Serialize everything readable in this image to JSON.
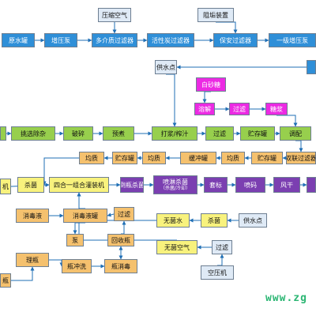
{
  "colors": {
    "blue": "#2f8fd8",
    "lightblue": "#dfeaf6",
    "green": "#97cf4d",
    "orange": "#f5c16e",
    "yellow": "#f8f27d",
    "purple": "#7b3fb1",
    "magenta": "#ec2ae3",
    "arrow": "#1f6fb5",
    "watermark": "#2bb673"
  },
  "nodes": [
    {
      "id": "yasuokongqi",
      "label": "压缩空气",
      "color": "lightblue"
    },
    {
      "id": "zugouzhuangzhi",
      "label": "阻垢装置",
      "color": "lightblue"
    },
    {
      "id": "yuanshuiguan",
      "label": "原水罐",
      "color": "blue"
    },
    {
      "id": "zengyabeng",
      "label": "增压泵",
      "color": "blue"
    },
    {
      "id": "duojiezhi",
      "label": "多介质过滤器",
      "color": "blue"
    },
    {
      "id": "huoxingtan",
      "label": "活性炭过滤器",
      "color": "blue"
    },
    {
      "id": "baoan",
      "label": "保安过滤器",
      "color": "blue"
    },
    {
      "id": "yijifantoubeng",
      "label": "一级增压泵",
      "color": "blue"
    },
    {
      "id": "gongshuidian_top",
      "label": "供水点",
      "color": "lightblue"
    },
    {
      "id": "edge_blue_right",
      "label": "",
      "color": "blue"
    },
    {
      "id": "baishatang",
      "label": "白砂糖",
      "color": "magenta"
    },
    {
      "id": "rongjie",
      "label": "溶解",
      "color": "magenta"
    },
    {
      "id": "guolv_m",
      "label": "过滤",
      "color": "magenta"
    },
    {
      "id": "tangjiang",
      "label": "糖浆",
      "color": "magenta"
    },
    {
      "id": "edge_green_left",
      "label": "",
      "color": "green"
    },
    {
      "id": "tiaoxuan",
      "label": "挑选除杂",
      "color": "green"
    },
    {
      "id": "posui",
      "label": "破碎",
      "color": "green"
    },
    {
      "id": "yuzhu",
      "label": "预煮",
      "color": "green"
    },
    {
      "id": "dajiang",
      "label": "打浆/榨汁",
      "color": "green"
    },
    {
      "id": "guolv_g",
      "label": "过滤",
      "color": "green"
    },
    {
      "id": "zhucunguan_g",
      "label": "贮存罐",
      "color": "green"
    },
    {
      "id": "tiaopei",
      "label": "调配",
      "color": "green"
    },
    {
      "id": "junzhi1",
      "label": "均质",
      "color": "orange"
    },
    {
      "id": "zhucunguan_o",
      "label": "贮存罐",
      "color": "orange"
    },
    {
      "id": "junzhi2",
      "label": "均质",
      "color": "orange"
    },
    {
      "id": "huanchongguan",
      "label": "缓冲罐",
      "color": "orange"
    },
    {
      "id": "junzhi3",
      "label": "均质",
      "color": "orange"
    },
    {
      "id": "zhucunguan_o2",
      "label": "贮存罐",
      "color": "orange"
    },
    {
      "id": "shuangqiang",
      "label": "双联过滤器",
      "color": "orange"
    },
    {
      "id": "edge_yellow_left",
      "label": "机",
      "color": "yellow"
    },
    {
      "id": "shajun_y",
      "label": "杀菌",
      "color": "yellow"
    },
    {
      "id": "siheyi",
      "label": "四合一组合灌装机",
      "color": "yellow"
    },
    {
      "id": "daopingshajun",
      "label": "倒瓶杀菌",
      "color": "purple"
    },
    {
      "id": "penlinshajun",
      "label": "喷淋杀菌",
      "sub": "（杀菌/冷却）",
      "color": "purple"
    },
    {
      "id": "chuibiao",
      "label": "套标",
      "color": "purple"
    },
    {
      "id": "penma",
      "label": "喷码",
      "color": "purple"
    },
    {
      "id": "fenggan",
      "label": "风干",
      "color": "purple"
    },
    {
      "id": "edge_purple_right",
      "label": "",
      "color": "purple"
    },
    {
      "id": "xiaoduye",
      "label": "消毒液",
      "color": "orange"
    },
    {
      "id": "xiaoduyeguan",
      "label": "消毒液罐",
      "color": "orange"
    },
    {
      "id": "guolv_o",
      "label": "过滤",
      "color": "orange"
    },
    {
      "id": "beng",
      "label": "泵",
      "color": "orange"
    },
    {
      "id": "huishouping",
      "label": "回收瓶",
      "color": "orange"
    },
    {
      "id": "wujunshui",
      "label": "无菌水",
      "color": "yellow"
    },
    {
      "id": "shajun_y2",
      "label": "杀菌",
      "color": "yellow"
    },
    {
      "id": "gongshuidian_bottom",
      "label": "供水点",
      "color": "lightblue"
    },
    {
      "id": "wujunkongqi",
      "label": "无菌空气",
      "color": "yellow"
    },
    {
      "id": "guolv_l",
      "label": "过滤",
      "color": "lightblue"
    },
    {
      "id": "liping",
      "label": "理瓶",
      "color": "orange"
    },
    {
      "id": "pingxiaodu",
      "label": "瓶消毒",
      "color": "orange"
    },
    {
      "id": "chongxi",
      "label": "瓶冲洗",
      "color": "orange"
    },
    {
      "id": "edge_orange_left",
      "label": "瓶",
      "color": "orange"
    },
    {
      "id": "kongyaji",
      "label": "空压机",
      "color": "lightblue"
    }
  ],
  "edges": [
    [
      "yasuokongqi",
      "duojiezhi"
    ],
    [
      "zugouzhuangzhi",
      "baoan"
    ],
    [
      "yuanshuiguan",
      "zengyabeng"
    ],
    [
      "zengyabeng",
      "duojiezhi"
    ],
    [
      "duojiezhi",
      "huoxingtan"
    ],
    [
      "huoxingtan",
      "baoan"
    ],
    [
      "baoan",
      "yijifantoubeng"
    ],
    [
      "gongshuidian_top",
      "dajiang"
    ],
    [
      "edge_blue_right",
      "gongshuidian_top"
    ],
    [
      "baishatang",
      "rongjie"
    ],
    [
      "rongjie",
      "guolv_m"
    ],
    [
      "guolv_m",
      "tangjiang"
    ],
    [
      "tangjiang",
      "tiaopei"
    ],
    [
      "edge_green_left",
      "tiaoxuan"
    ],
    [
      "tiaoxuan",
      "posui"
    ],
    [
      "posui",
      "yuzhu"
    ],
    [
      "yuzhu",
      "dajiang"
    ],
    [
      "dajiang",
      "guolv_g"
    ],
    [
      "guolv_g",
      "zhucunguan_g"
    ],
    [
      "zhucunguan_g",
      "tiaopei"
    ],
    [
      "tiaopei",
      "shuangqiang"
    ],
    [
      "shuangqiang",
      "zhucunguan_o2"
    ],
    [
      "zhucunguan_o2",
      "junzhi3"
    ],
    [
      "junzhi3",
      "huanchongguan"
    ],
    [
      "huanchongguan",
      "junzhi2"
    ],
    [
      "junzhi2",
      "zhucunguan_o"
    ],
    [
      "zhucunguan_o",
      "junzhi1"
    ],
    [
      "junzhi1",
      "shajun_y"
    ],
    [
      "shajun_y",
      "siheyi"
    ],
    [
      "edge_yellow_left",
      "siheyi"
    ],
    [
      "siheyi",
      "daopingshajun"
    ],
    [
      "daopingshajun",
      "penlinshajun"
    ],
    [
      "penlinshajun",
      "chuibiao"
    ],
    [
      "chuibiao",
      "penma"
    ],
    [
      "penma",
      "fenggan"
    ],
    [
      "fenggan",
      "edge_purple_right"
    ],
    [
      "xiaoduye",
      "xiaoduyeguan"
    ],
    [
      "xiaoduyeguan",
      "siheyi"
    ],
    [
      "guolv_o",
      "xiaoduyeguan"
    ],
    [
      "xiaoduyeguan",
      "beng"
    ],
    [
      "beng",
      "pingxiaodu"
    ],
    [
      "huishouping",
      "guolv_o"
    ],
    [
      "pingxiaodu",
      "huishouping"
    ],
    [
      "gongshuidian_bottom",
      "shajun_y2"
    ],
    [
      "shajun_y2",
      "wujunshui"
    ],
    [
      "wujunshui",
      "siheyi"
    ],
    [
      "guolv_l",
      "wujunkongqi"
    ],
    [
      "wujunkongqi",
      "siheyi"
    ],
    [
      "kongyaji",
      "guolv_l"
    ],
    [
      "edge_orange_left",
      "liping"
    ],
    [
      "liping",
      "chongxi"
    ],
    [
      "chongxi",
      "pingxiaodu"
    ]
  ],
  "watermark": "www.zg"
}
